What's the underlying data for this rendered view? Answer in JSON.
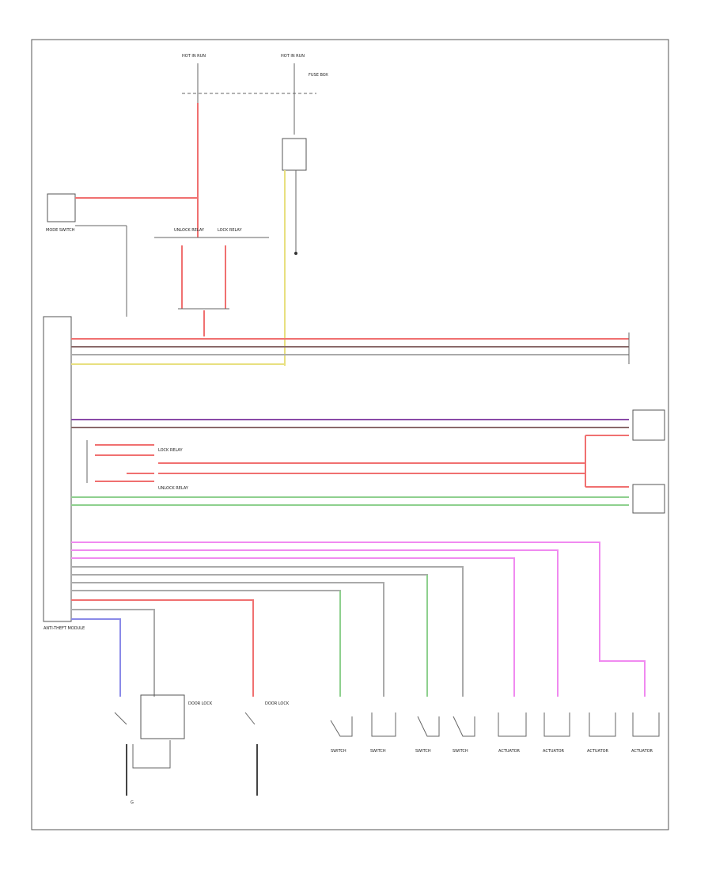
{
  "colors": {
    "red": "#f07070",
    "brown": "#8a6a6a",
    "gray": "#aaaaaa",
    "yellow": "#e8e080",
    "violet": "#8a4aa8",
    "green": "#8ed08e",
    "pink": "#f08af0",
    "blue": "#8a8ae8",
    "black": "#444444",
    "dark": "#555555"
  },
  "diagram": {
    "page_id": "",
    "labels": {
      "fuse_a": "HOT IN RUN",
      "fuse_b": "HOT IN RUN",
      "power_dist": "FUSE BOX",
      "mode_switch": "MODE SWITCH",
      "lock_relay": "LOCK RELAY",
      "unlock_relay": "UNLOCK RELAY",
      "antitheft_module": "ANTI-THEFT MODULE",
      "ground_left": "G",
      "door_lock_1": "DOOR LOCK",
      "door_lock_2": "DOOR LOCK",
      "switches": [
        "SWITCH",
        "SWITCH",
        "SWITCH",
        "SWITCH"
      ],
      "actuators": [
        "ACTUATOR",
        "ACTUATOR",
        "ACTUATOR",
        "ACTUATOR"
      ]
    }
  }
}
